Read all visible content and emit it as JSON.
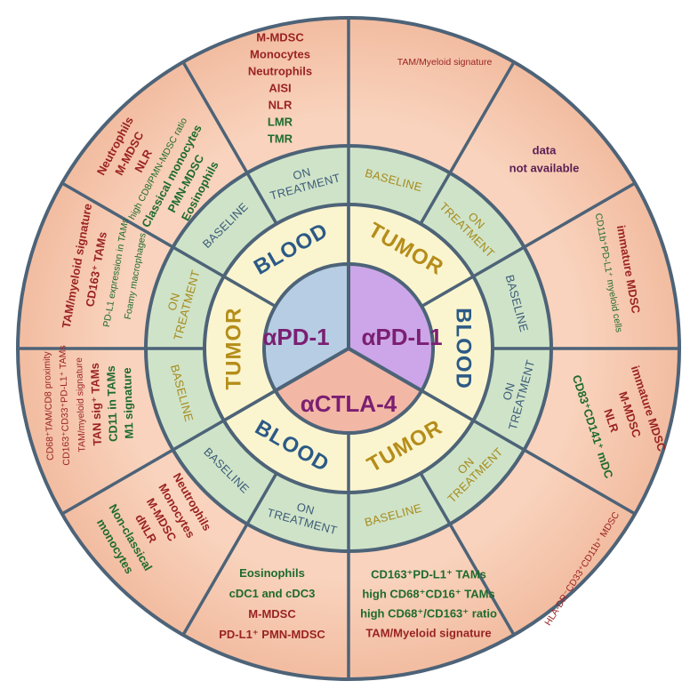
{
  "colors": {
    "outer_fill": "#f7cbb3",
    "mid_fill": "#cfe3c8",
    "inner_ring_fill": "#fbf5cf",
    "divider": "#4d6378",
    "blood_text": "#2c5a86",
    "tumor_text": "#b58d1a",
    "phase_text_green": "#3e5c7a",
    "phase_text_gold": "#a68b1e",
    "drug_text": "#7b1f72",
    "text_red": "#9a2323",
    "text_green": "#1e6b2e",
    "text_purple": "#5a1f55",
    "pd1_fill": "#b7cde3",
    "pdl1_fill": "#cca6e8",
    "ctla4_fill": "#f2b7a5"
  },
  "center": {
    "pd1": "αPD-1",
    "pdl1": "αPD-L1",
    "ctla4": "αCTLA-4"
  },
  "compartments": {
    "pd1_blood": "BLOOD",
    "pd1_tumor": "TUMOR",
    "pdl1_tumor": "TUMOR",
    "pdl1_blood": "BLOOD",
    "ctla4_blood": "BLOOD",
    "ctla4_tumor": "TUMOR"
  },
  "phases": {
    "pd1_blood_on": [
      "ON",
      "TREATMENT"
    ],
    "pd1_blood_base": [
      "BASELINE"
    ],
    "pd1_tumor_on": [
      "ON",
      "TREATMENT"
    ],
    "pd1_tumor_base": [
      "BASELINE"
    ],
    "pdl1_tumor_base": [
      "BASELINE"
    ],
    "pdl1_tumor_on": [
      "ON",
      "TREATMENT"
    ],
    "pdl1_blood_base": [
      "BASELINE"
    ],
    "pdl1_blood_on": [
      "ON",
      "TREATMENT"
    ],
    "ctla4_tumor_on": [
      "ON",
      "TREATMENT"
    ],
    "ctla4_tumor_base": [
      "BASELINE"
    ],
    "ctla4_blood_on": [
      "ON",
      "TREATMENT"
    ],
    "ctla4_blood_base": [
      "BASELINE"
    ]
  },
  "biomarkers": {
    "pd1_blood_on": [
      {
        "text": "M-MDSC",
        "color": "red"
      },
      {
        "text": "Monocytes",
        "color": "red"
      },
      {
        "text": "Neutrophils",
        "color": "red"
      },
      {
        "text": "AISI",
        "color": "red"
      },
      {
        "text": "NLR",
        "color": "red"
      },
      {
        "text": "LMR",
        "color": "green"
      },
      {
        "text": "TMR",
        "color": "green"
      }
    ],
    "pd1_blood_base": [
      {
        "text": "Neutrophils",
        "color": "red"
      },
      {
        "text": "M-MDSC",
        "color": "red"
      },
      {
        "text": "NLR",
        "color": "red"
      },
      {
        "text": "high CD8/PMN-MDSC ratio",
        "color": "green",
        "small": true
      },
      {
        "text": "Classical monocytes",
        "color": "green"
      },
      {
        "text": "PMN-MDSC",
        "color": "green"
      },
      {
        "text": "Eosinophils",
        "color": "green"
      }
    ],
    "pd1_tumor_on": [
      {
        "text": "TAM/myeloid signature",
        "color": "red"
      },
      {
        "text": "CD163⁺ TAMs",
        "color": "red"
      },
      {
        "text": "PD-L1 expression in TAMs",
        "color": "green",
        "small": true
      },
      {
        "text": "Foamy macrophages",
        "color": "green",
        "small": true
      }
    ],
    "pd1_tumor_base": [
      {
        "text": "CD68⁺TAM/CD8 proximity",
        "color": "red",
        "small": true
      },
      {
        "text": "CD163⁺CD33⁺PD-L1⁺ TAMs",
        "color": "red",
        "small": true
      },
      {
        "text": "TAM/myeloid signature",
        "color": "red",
        "small": true
      },
      {
        "text": "TAN sig⁺ TAMs",
        "color": "red"
      },
      {
        "text": "CD11 in TAMs",
        "color": "green"
      },
      {
        "text": "M1 signature",
        "color": "green"
      }
    ],
    "pdl1_tumor_base": [
      {
        "text": "TAM/Myeloid signature",
        "color": "red",
        "small": true
      }
    ],
    "pdl1_tumor_on": [
      {
        "text": "data",
        "color": "purple"
      },
      {
        "text": "not available",
        "color": "purple"
      }
    ],
    "pdl1_blood_base": [
      {
        "text": "immature MDSC",
        "color": "red"
      },
      {
        "text": "CD11b⁺PD-L1⁺ myeloid cells",
        "color": "green",
        "small": true
      }
    ],
    "pdl1_blood_on": [
      {
        "text": "immature MDSC",
        "color": "red"
      },
      {
        "text": "M-MDSC",
        "color": "red"
      },
      {
        "text": "NLR",
        "color": "red"
      },
      {
        "text": "CD83⁺CD141⁺ mDC",
        "color": "green"
      }
    ],
    "ctla4_tumor_on": [
      {
        "text": "HLA-DR⁻CD33⁺CD11b⁺ MDSC",
        "color": "red",
        "small": true
      }
    ],
    "ctla4_tumor_base": [
      {
        "text": "CD163⁺PD-L1⁺ TAMs",
        "color": "green"
      },
      {
        "text": "high CD68⁺CD16⁺ TAMs",
        "color": "green"
      },
      {
        "text": "high CD68⁺/CD163⁺ ratio",
        "color": "green"
      },
      {
        "text": "TAM/Myeloid signature",
        "color": "red"
      }
    ],
    "ctla4_blood_on": [
      {
        "text": "Eosinophils",
        "color": "green"
      },
      {
        "text": "cDC1 and cDC3",
        "color": "green"
      },
      {
        "text": "M-MDSC",
        "color": "red"
      },
      {
        "text": "PD-L1⁺ PMN-MDSC",
        "color": "red"
      }
    ],
    "ctla4_blood_base": [
      {
        "text": "Neutrophils",
        "color": "red"
      },
      {
        "text": "Monocytes",
        "color": "red"
      },
      {
        "text": "M-MDSC",
        "color": "red"
      },
      {
        "text": "dNLR",
        "color": "red"
      },
      {
        "text": "Non-classical",
        "color": "green"
      },
      {
        "text": "monocytes",
        "color": "green"
      }
    ]
  }
}
